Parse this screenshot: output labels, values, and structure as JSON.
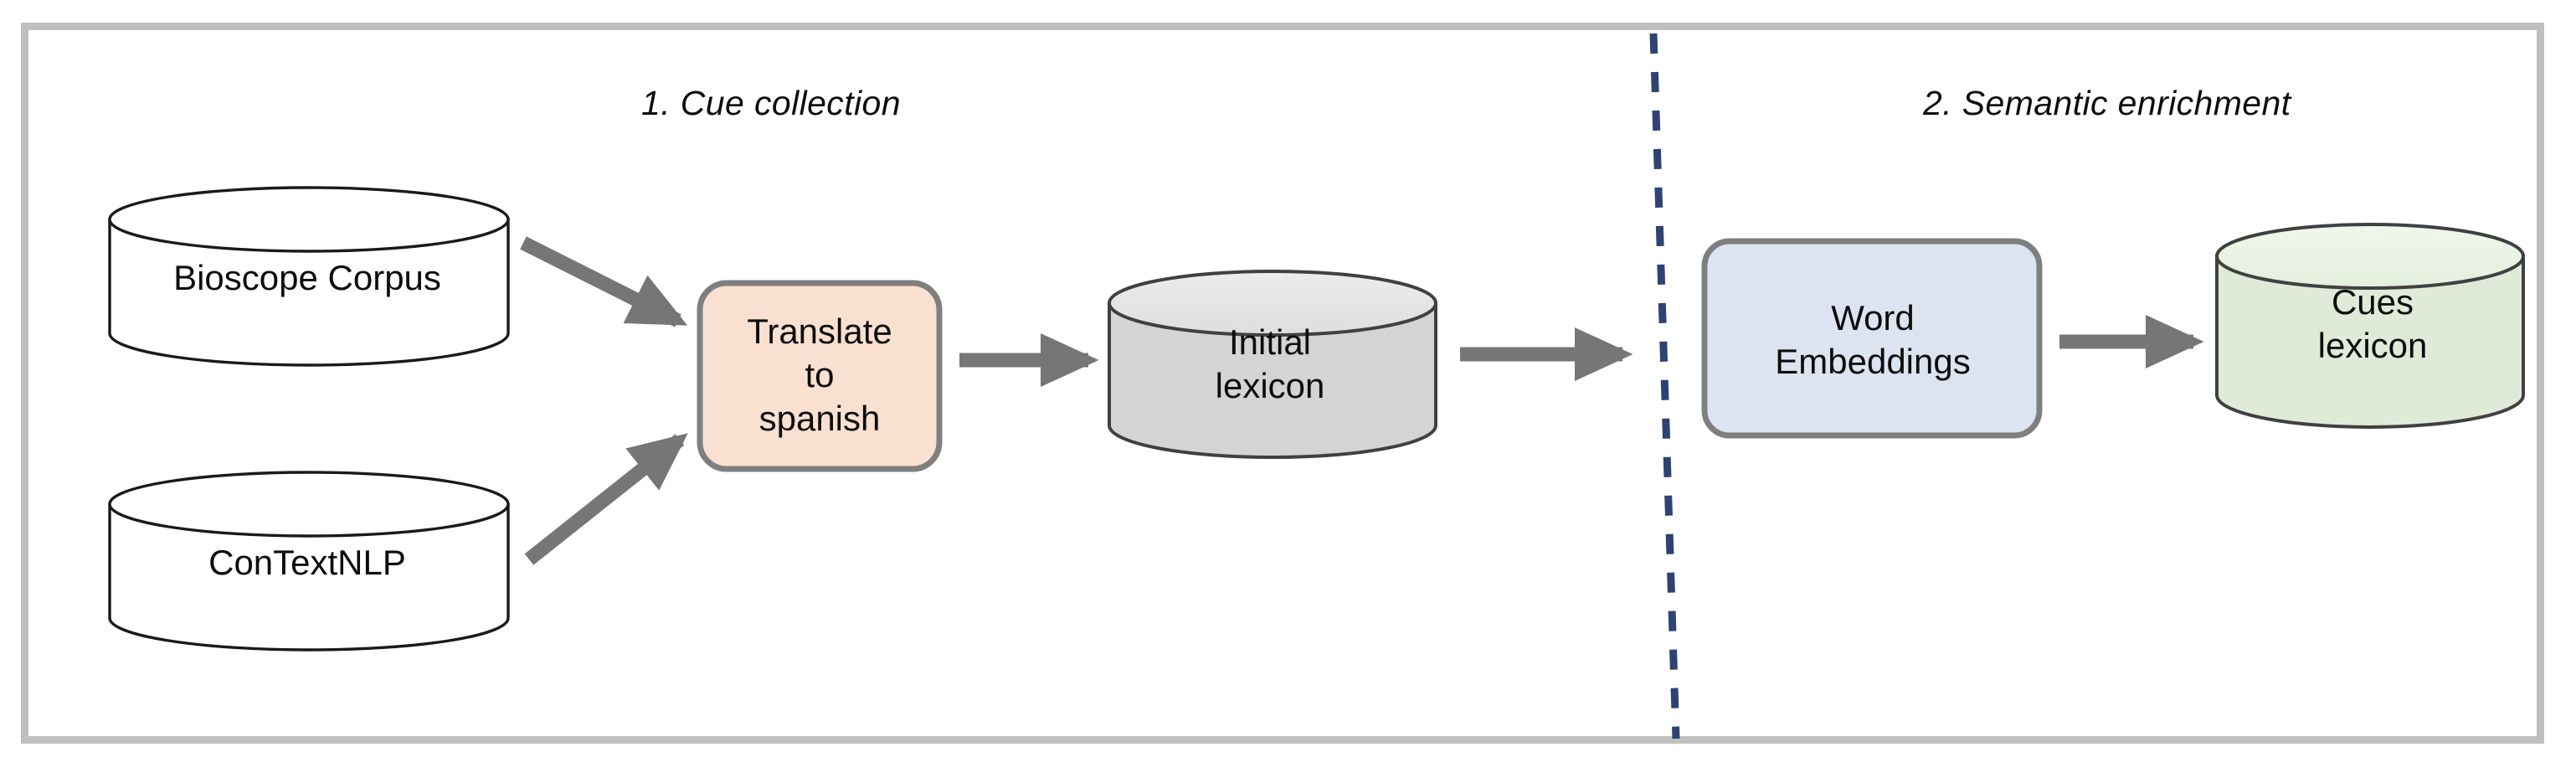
{
  "diagram": {
    "title": "Cue lexicon construction pipeline",
    "frame_color": "#c0c0c0",
    "background": "#ffffff",
    "phases": [
      {
        "id": "phase-1",
        "label": "1. Cue collection"
      },
      {
        "id": "phase-2",
        "label": "2. Semantic enrichment"
      }
    ],
    "divider": {
      "name": "phase-divider",
      "style": "dashed",
      "color": "#2e4372",
      "orientation": "vertical"
    },
    "nodes": [
      {
        "id": "bioscope-corpus",
        "label": "Bioscope Corpus",
        "shape": "cylinder",
        "fill": "#ffffff",
        "stroke": "#1a1a1a"
      },
      {
        "id": "contextnlp",
        "label": "ConTextNLP",
        "shape": "cylinder",
        "fill": "#ffffff",
        "stroke": "#1a1a1a"
      },
      {
        "id": "translate-to-spanish",
        "label": "Translate\nto\nspanish",
        "shape": "rounded-rectangle",
        "fill": "#fae0d0",
        "stroke": "#7f7f7f"
      },
      {
        "id": "initial-lexicon",
        "label": "Initial\nlexicon",
        "shape": "cylinder",
        "fill": "#d4d4d4",
        "fill_top": "#e8e8e8",
        "stroke": "#404040"
      },
      {
        "id": "word-embeddings",
        "label": "Word\nEmbeddings",
        "shape": "rounded-rectangle",
        "fill": "#dce4f2",
        "stroke": "#7f7f7f"
      },
      {
        "id": "cues-lexicon",
        "label": "Cues\nlexicon",
        "shape": "cylinder",
        "fill": "#dfebd8",
        "fill_top": "#edf4e8",
        "stroke": "#404040"
      }
    ],
    "arrows": [
      {
        "id": "arrow-bioscope-to-translate",
        "from": "bioscope-corpus",
        "to": "translate-to-spanish",
        "color": "#767676"
      },
      {
        "id": "arrow-contextnlp-to-translate",
        "from": "contextnlp",
        "to": "translate-to-spanish",
        "color": "#767676"
      },
      {
        "id": "arrow-translate-to-initial",
        "from": "translate-to-spanish",
        "to": "initial-lexicon",
        "color": "#767676"
      },
      {
        "id": "arrow-initial-to-phase2",
        "from": "initial-lexicon",
        "to": "phase-divider",
        "color": "#767676"
      },
      {
        "id": "arrow-wordemb-to-cues",
        "from": "word-embeddings",
        "to": "cues-lexicon",
        "color": "#767676"
      }
    ]
  }
}
